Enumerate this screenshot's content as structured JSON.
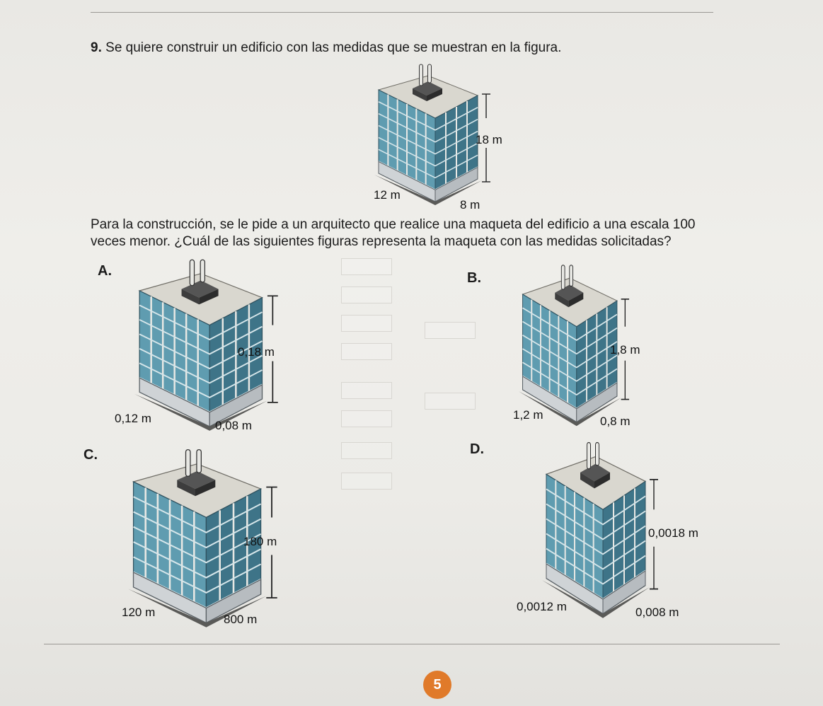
{
  "question": {
    "number": "9.",
    "statement": "Se quiere construir un edificio con las medidas que se muestran en la figura.",
    "instruction_line1": "Para la construcción, se le pide a un arquitecto que realice una maqueta del edificio a una escala 100",
    "instruction_line2": "veces menor. ¿Cuál de las siguientes figuras representa la maqueta con las medidas solicitadas?"
  },
  "main_figure": {
    "height": "18 m",
    "length": "12 m",
    "width": "8 m"
  },
  "options": [
    {
      "letter": "A.",
      "height": "0,18 m",
      "length": "0,12 m",
      "width": "0,08 m"
    },
    {
      "letter": "B.",
      "height": "1,8 m",
      "length": "1,2 m",
      "width": "0,8 m"
    },
    {
      "letter": "C.",
      "height": "180 m",
      "length": "120 m",
      "width": "800 m"
    },
    {
      "letter": "D.",
      "height": "0,0018 m",
      "length": "0,0012 m",
      "width": "0,008 m"
    }
  ],
  "page_number": "5",
  "colors": {
    "glass": "#5f9cb0",
    "glass_dark": "#3e7488",
    "roof": "#d9d7cf",
    "frame": "#e8e8e4",
    "page_badge": "#e07a2a"
  }
}
